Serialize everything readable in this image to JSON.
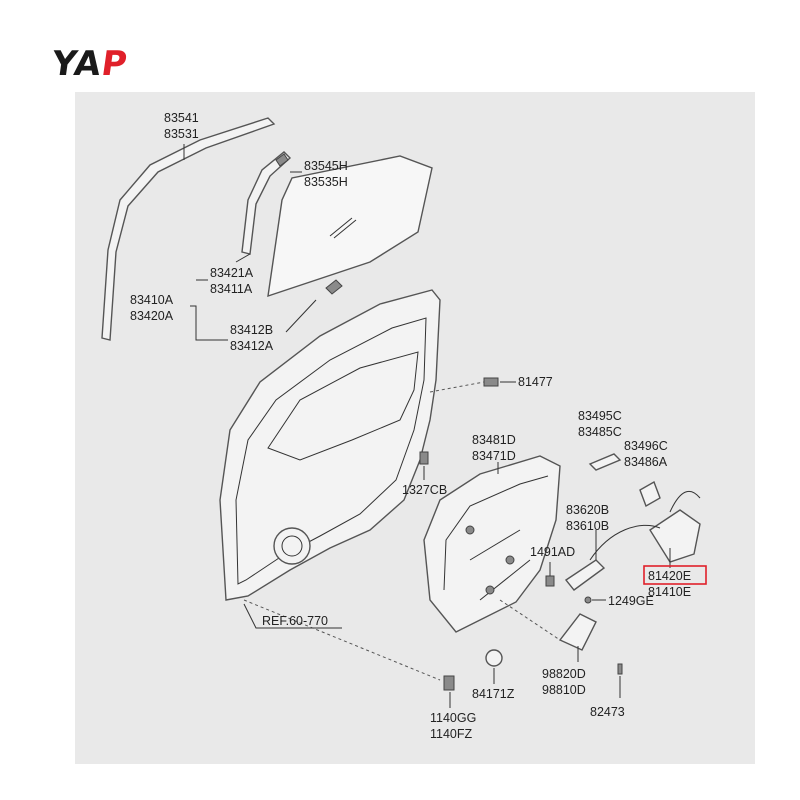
{
  "logo": {
    "brand": "YAP"
  },
  "colors": {
    "panel": "#e9e9e9",
    "logo_accent": "#e0202a",
    "highlight_box": "#e0202a"
  },
  "labels": {
    "p83541": "83541",
    "p83531": "83531",
    "p83545H": "83545H",
    "p83535H": "83535H",
    "p83421A": "83421A",
    "p83411A": "83411A",
    "p83410A": "83410A",
    "p83420A": "83420A",
    "p83412B": "83412B",
    "p83412A": "83412A",
    "p81477": "81477",
    "p83481D": "83481D",
    "p83471D": "83471D",
    "p1327CB": "1327CB",
    "p83495C": "83495C",
    "p83485C": "83485C",
    "p83496C": "83496C",
    "p83486A": "83486A",
    "p83620B": "83620B",
    "p83610B": "83610B",
    "p1491AD": "1491AD",
    "p81420E": "81420E",
    "p81410E": "81410E",
    "p1249GE": "1249GE",
    "ref": "REF.60-770",
    "p98820D": "98820D",
    "p98810D": "98810D",
    "p84171Z": "84171Z",
    "p82473": "82473",
    "p1140GG": "1140GG",
    "p1140FZ": "1140FZ"
  }
}
